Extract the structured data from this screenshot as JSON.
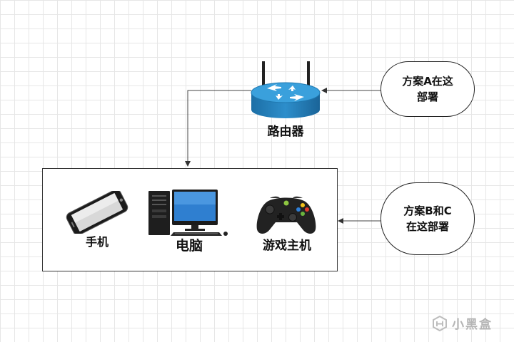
{
  "router": {
    "label": "路由器",
    "icon": "router-icon"
  },
  "devices": [
    {
      "label": "手机",
      "icon": "smartphone-icon"
    },
    {
      "label": "电脑",
      "icon": "desktop-computer-icon"
    },
    {
      "label": "游戏主机",
      "icon": "game-controller-icon"
    }
  ],
  "bubbles": {
    "plan_a": {
      "line1": "方案A在这",
      "line2": "部署"
    },
    "plan_bc": {
      "line1": "方案B和C",
      "line2": "在这部署"
    }
  },
  "watermark": {
    "text": "小黑盒"
  }
}
